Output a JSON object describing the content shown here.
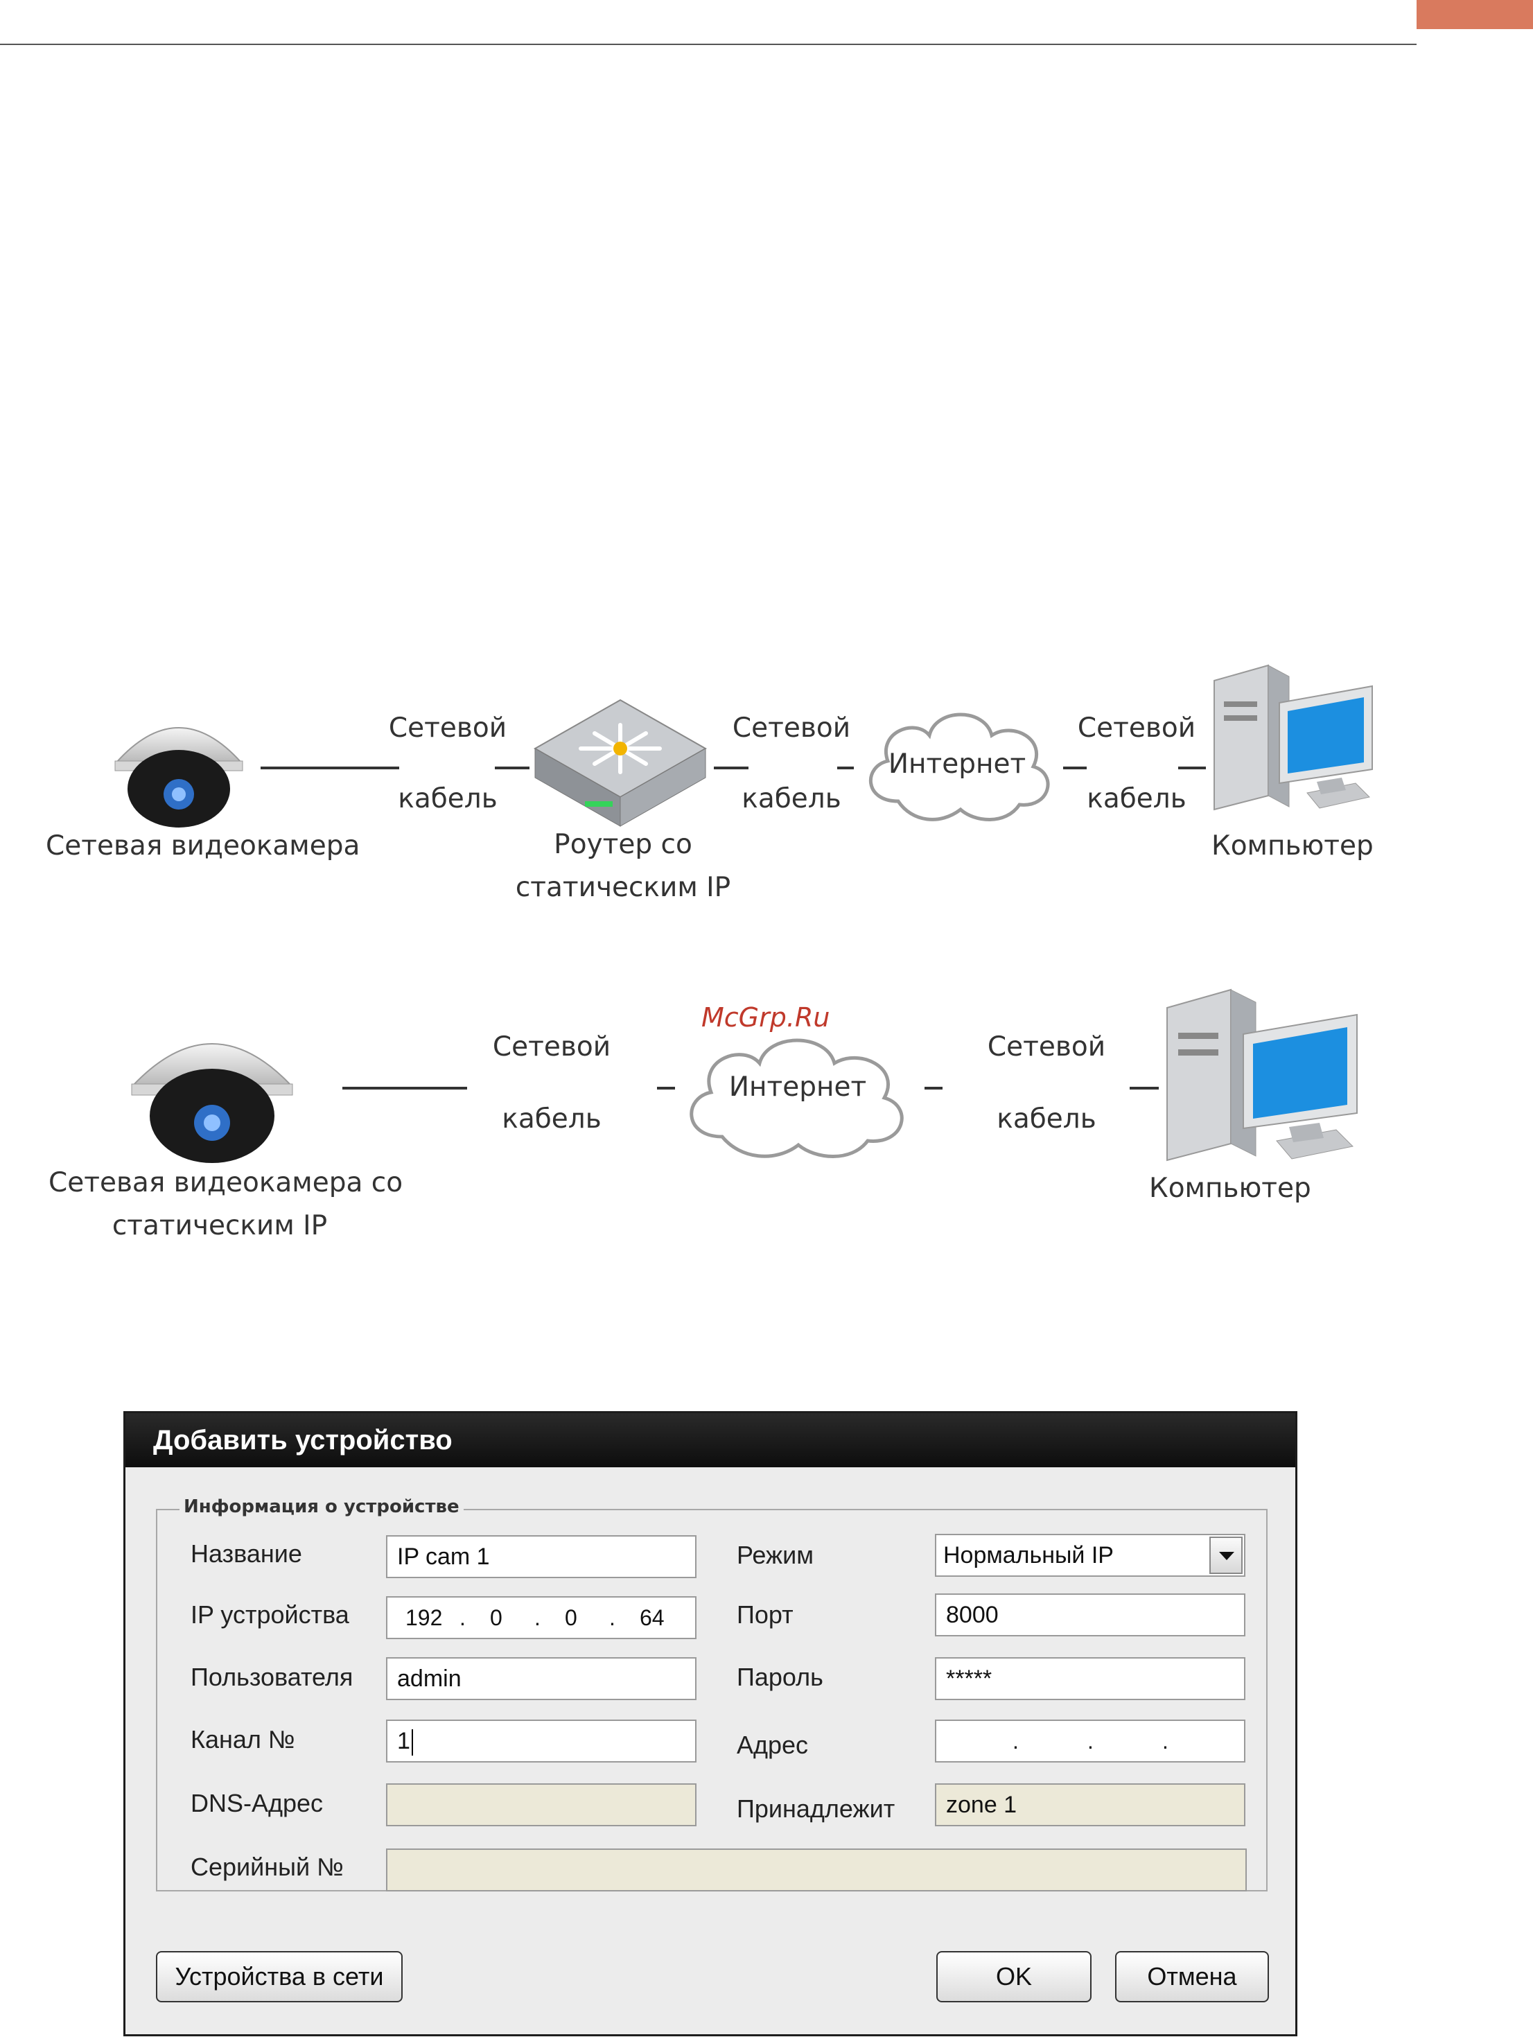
{
  "diagram1": {
    "camera_label": "Сетевая видеокамера",
    "cable1_top": "Сетевой",
    "cable1_bottom": "кабель",
    "router_label_1": "Роутер со",
    "router_label_2": "статическим IP",
    "cable2_top": "Сетевой",
    "cable2_bottom": "кабель",
    "internet_label": "Интернет",
    "cable3_top": "Сетевой",
    "cable3_bottom": "кабель",
    "computer_label": "Компьютер"
  },
  "diagram2": {
    "camera_label_1": "Сетевая видеокамера со",
    "camera_label_2": "статическим IP",
    "cable1_top": "Сетевой",
    "cable1_bottom": "кабель",
    "internet_label": "Интернет",
    "cable2_top": "Сетевой",
    "cable2_bottom": "кабель",
    "computer_label": "Компьютер"
  },
  "watermark": "McGrp.Ru",
  "dialog": {
    "title": "Добавить устройство",
    "legend": "Информация о устройстве",
    "labels": {
      "name": "Название",
      "ip": "IP устройства",
      "user": "Пользователя",
      "channel": "Канал №",
      "dns": "DNS-Адрес",
      "serial": "Серийный №",
      "mode": "Режим",
      "port": "Порт",
      "password": "Пароль",
      "address": "Адрес",
      "belongs": "Принадлежит"
    },
    "values": {
      "name": "IP cam 1",
      "ip": [
        "192",
        "0",
        "0",
        "64"
      ],
      "user": "admin",
      "channel": "1",
      "mode": "Нормальный IP",
      "port": "8000",
      "password": "*****",
      "belongs": "zone 1"
    },
    "buttons": {
      "network_devices": "Устройства в сети",
      "ok": "OK",
      "cancel": "Отмена"
    }
  }
}
